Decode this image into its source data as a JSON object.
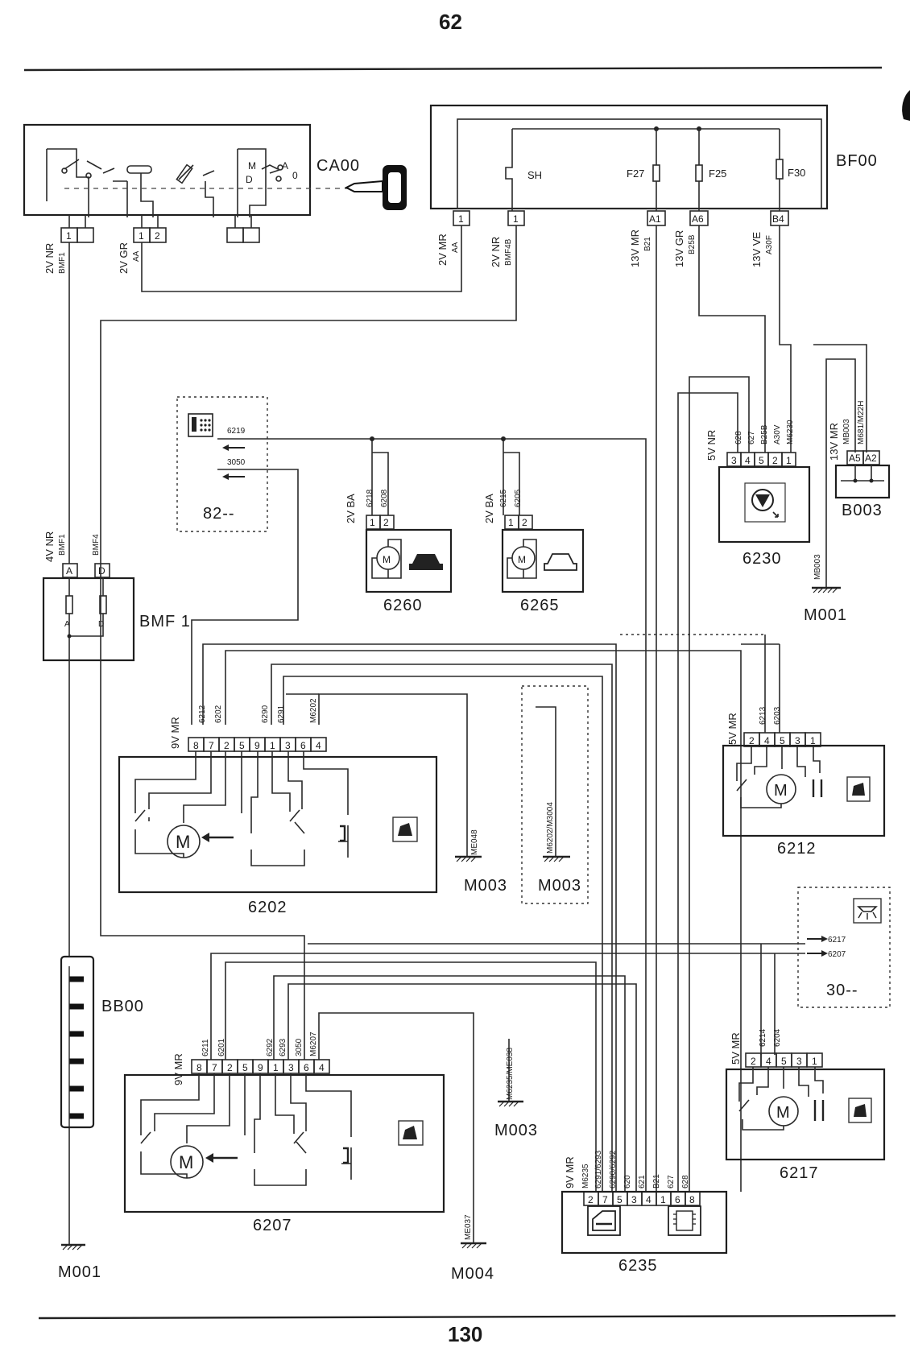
{
  "page": {
    "top_number": "62",
    "bottom_number": "130"
  },
  "components": {
    "ca00": "CA00",
    "bf00": "BF00",
    "bmf1": "BMF 1",
    "bb00": "BB00",
    "c6202": "6202",
    "c6207": "6207",
    "c6212": "6212",
    "c6217": "6217",
    "c6230": "6230",
    "c6235": "6235",
    "c6260": "6260",
    "c6265": "6265",
    "b003": "B003",
    "m001_a": "M001",
    "m001_b": "M001",
    "m003_a": "M003",
    "m003_b": "M003",
    "m003_c": "M003",
    "m004": "M004",
    "ref82": "82--",
    "ref30": "30--"
  },
  "fuses": {
    "sh": "SH",
    "f27": "F27",
    "f25": "F25",
    "f30": "F30"
  },
  "wires": {
    "w_2vnr_bmf1": "2V NR",
    "w_2vnr_bmf1_sub": "BMF1",
    "w_2vgr": "2V GR",
    "w_2vgr_sub": "AA",
    "w_2vmr": "2V MR",
    "w_2vmr_sub": "AA",
    "w_2vnr_bmf4b": "2V NR",
    "w_2vnr_bmf4b_sub": "BMF4B",
    "w_13vmr": "13V MR",
    "w_13vmr_sub": "B21",
    "w_13vgr": "13V GR",
    "w_13vgr_sub": "B25B",
    "w_13vve": "13V VE",
    "w_13vve_sub": "A30F",
    "w_4vnr": "4V NR",
    "w_bmf1": "BMF1",
    "w_bmf4": "BMF4",
    "w_6219": "6219",
    "w_3050": "3050",
    "w_2vba_a": "2V BA",
    "w_6218": "6218",
    "w_6208": "6208",
    "w_2vba_b": "2V BA",
    "w_6215": "6215",
    "w_6205": "6205",
    "w_5vnr": "5V NR",
    "w_628": "628",
    "w_627": "627",
    "w_b25b": "B25B",
    "w_a30v": "A30V",
    "w_m6230": "M6230",
    "w_13vmr_b003": "13V MR",
    "w_mb003": "MB003",
    "w_m681": "M681/M22H",
    "w_mb003_g": "MB003",
    "w_9vmr_a": "9V MR",
    "w_6212": "6212",
    "w_6202": "6202",
    "w_6290": "6290",
    "w_6291": "6291",
    "w_m6202": "M6202",
    "w_me048": "ME048",
    "w_m6202_m3004": "M6202/M3004",
    "w_5vmr_a": "5V MR",
    "w_6213": "6213",
    "w_6203": "6203",
    "w_6217": "6217",
    "w_6207": "6207",
    "w_9vmr_b": "9V MR",
    "w_6211": "6211",
    "w_6201": "6201",
    "w_6292": "6292",
    "w_6293": "6293",
    "w_3050b": "3050",
    "w_m6207": "M6207",
    "w_m6235_me038": "M6235/ME038",
    "w_me037": "ME037",
    "w_5vmr_b": "5V MR",
    "w_6214": "6214",
    "w_6204": "6204",
    "w_9vmr_c": "9V MR",
    "w_m6235": "M6235",
    "w_6291_6293": "6291/6293",
    "w_6290_6292": "6290/6292",
    "w_620": "620",
    "w_621": "621",
    "w_b21": "B21",
    "w_627b": "627",
    "w_628b": "628"
  },
  "connector_pins": {
    "ca00_left": [
      "1",
      ""
    ],
    "ca00_mid": [
      "1",
      "2"
    ],
    "bf00_1a": "1",
    "bf00_1b": "1",
    "bf00_a1": "A1",
    "bf00_a6": "A6",
    "bf00_b4": "B4",
    "bmf1": [
      "A",
      "D"
    ],
    "bmf1_inner": [
      "A",
      "D"
    ],
    "c6260": [
      "1",
      "2"
    ],
    "c6265": [
      "1",
      "2"
    ],
    "c6230": [
      "3",
      "4",
      "5",
      "2",
      "1"
    ],
    "b003": [
      "A5",
      "A2"
    ],
    "c6202": [
      "8",
      "7",
      "2",
      "5",
      "9",
      "1",
      "3",
      "6",
      "4"
    ],
    "c6207": [
      "8",
      "7",
      "2",
      "5",
      "9",
      "1",
      "3",
      "6",
      "4"
    ],
    "c6212": [
      "2",
      "4",
      "5",
      "3",
      "1"
    ],
    "c6217": [
      "2",
      "4",
      "5",
      "3",
      "1"
    ],
    "c6235": [
      "2",
      "7",
      "5",
      "3",
      "4",
      "1",
      "6",
      "8"
    ]
  },
  "switch_labels": {
    "m": "M",
    "a": "A",
    "d": "D",
    "o": "0"
  },
  "icons": {
    "key": "ignition-key-icon",
    "lamp": "warning-lamp-icon",
    "car_door": "car-door-icon",
    "ceiling_light": "ceiling-light-icon",
    "keypad": "keypad-icon",
    "chip": "ecu-chip-icon"
  }
}
